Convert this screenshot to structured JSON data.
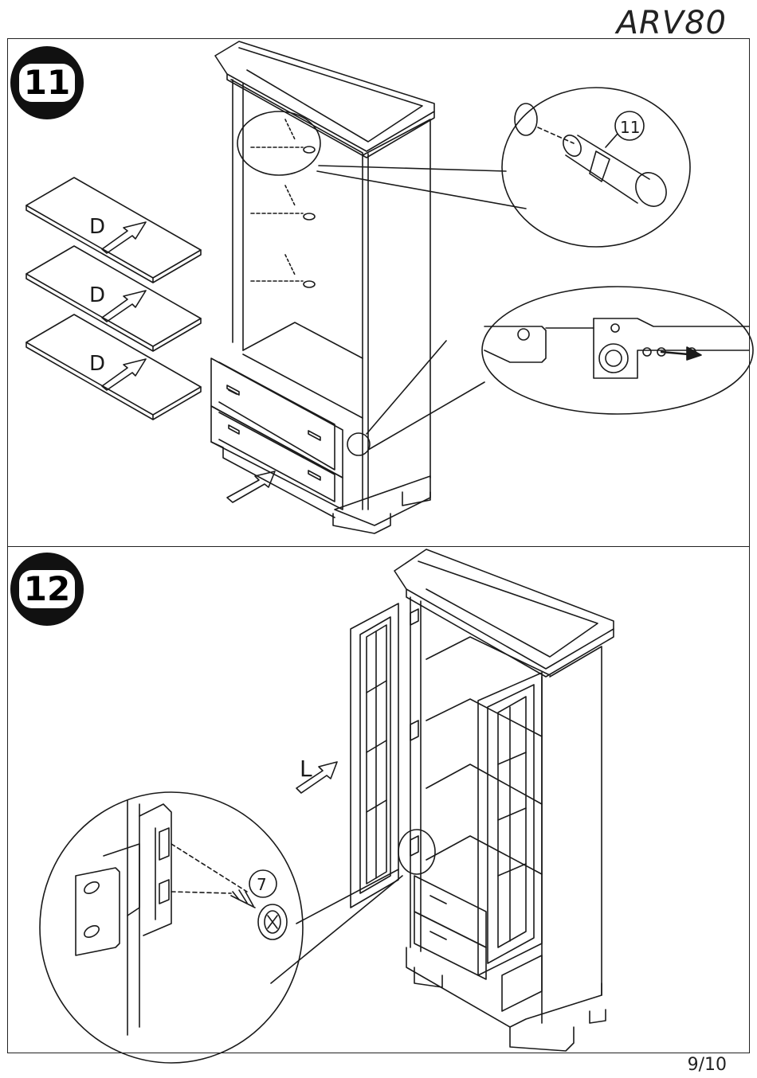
{
  "document": {
    "model_code": "ARV80",
    "page_number": "9/10"
  },
  "step_11": {
    "number": "11",
    "shelf_labels": [
      "D",
      "D",
      "D"
    ],
    "callout_part_number": "11"
  },
  "step_12": {
    "number": "12",
    "door_label": "L",
    "callout_part_number": "7"
  }
}
